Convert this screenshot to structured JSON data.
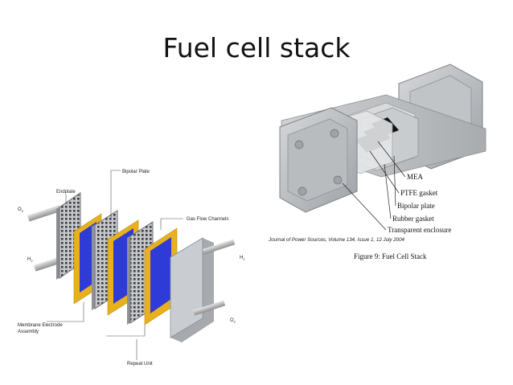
{
  "slide": {
    "title": "Fuel cell stack"
  },
  "left_diagram": {
    "labels": {
      "endplate": "Endplate",
      "bipolar_plate": "Bipolar Plate",
      "gas_flow_channels": "Gas Flow Channels",
      "o2_in": "O",
      "h2_out": "H",
      "h2_in": "H",
      "o2_out": "O",
      "subscript_2": "2",
      "mea_line1": "Membrane Electrode",
      "mea_line2": "Assembly",
      "repeat_unit": "Repeat Unit"
    },
    "colors": {
      "gasket": "#e8b11c",
      "membrane": "#2f3bd6",
      "plate": "#b9bcc0",
      "grid": "#3b3b3b"
    }
  },
  "right_diagram": {
    "labels": {
      "mea": "MEA",
      "ptfe_gasket": "PTFE gasket",
      "bipolar_plate": "Bipolar plate",
      "rubber_gasket": "Rubber gasket",
      "transparent_enclosure": "Transparent enclosure",
      "citation": "Journal of Power Sources, Volume 134, Issue 1, 12 July 2004",
      "figure_caption": "Figure 9:  Fuel Cell Stack"
    }
  }
}
